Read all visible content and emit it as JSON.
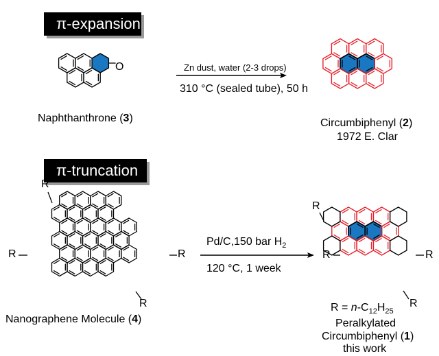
{
  "banners": {
    "expansion": "π-expansion",
    "truncation": "π-truncation"
  },
  "top": {
    "reactant": {
      "name": "Naphthanthrone (",
      "number": "3",
      "close": ")"
    },
    "oxygen_label": "O",
    "conditions": {
      "line1": "Zn dust, water (2-3 drops)",
      "line2": "310 °C (sealed tube), 50 h"
    },
    "product": {
      "name": "Circumbiphenyl (",
      "number": "2",
      "close": ")",
      "credit": "1972 E. Clar"
    }
  },
  "bottom": {
    "reactant": {
      "name": "Nanographene Molecule (",
      "number": "4",
      "close": ")"
    },
    "substituent": "R",
    "conditions": {
      "line1": "Pd/C,150 bar H",
      "line1_sub": "2",
      "line2": "120 °C, 1 week"
    },
    "r_definition": {
      "prefix": "R = ",
      "italic": "n",
      "rest": "-C",
      "sub1": "12",
      "mid": "H",
      "sub2": "25"
    },
    "product": {
      "line1": "Peralkylated",
      "line2": "Circumbiphenyl (",
      "number": "1",
      "close": ")",
      "line3": "this work"
    }
  },
  "colors": {
    "aromatic_red": "#e8202a",
    "core_blue": "#1a78c2",
    "banner_bg": "#000000",
    "banner_shadow": "#9a9a9a"
  }
}
